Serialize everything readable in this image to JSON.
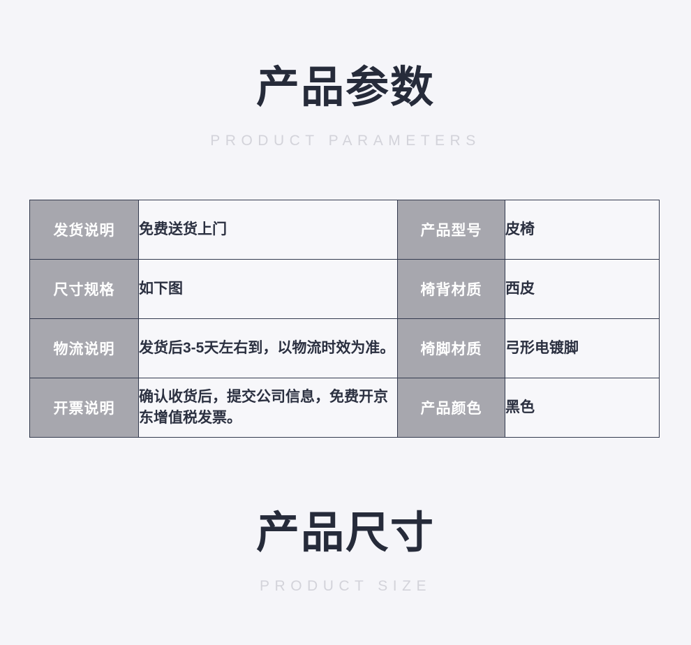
{
  "page": {
    "background_color": "#f5f5f9",
    "text_color": "#262b3a",
    "subtitle_color": "#d3d3da",
    "label_cell_color": "#a7a7ae",
    "value_cell_color": "#f7f7fa",
    "border_color": "#333a4e"
  },
  "sections": {
    "parameters": {
      "title": "产品参数",
      "subtitle": "PRODUCT PARAMETERS"
    },
    "size": {
      "title": "产品尺寸",
      "subtitle": "PRODUCT SIZE"
    }
  },
  "param_table": {
    "rows": [
      {
        "left_label": "发货说明",
        "left_value": "免费送货上门",
        "right_label": "产品型号",
        "right_value": "皮椅"
      },
      {
        "left_label": "尺寸规格",
        "left_value": "如下图",
        "right_label": "椅背材质",
        "right_value": "西皮"
      },
      {
        "left_label": "物流说明",
        "left_value": "发货后3-5天左右到，以物流时效为准。",
        "right_label": "椅脚材质",
        "right_value": "弓形电镀脚"
      },
      {
        "left_label": "开票说明",
        "left_value": "确认收货后，提交公司信息，免费开京东增值税发票。",
        "right_label": "产品颜色",
        "right_value": "黑色"
      }
    ]
  }
}
